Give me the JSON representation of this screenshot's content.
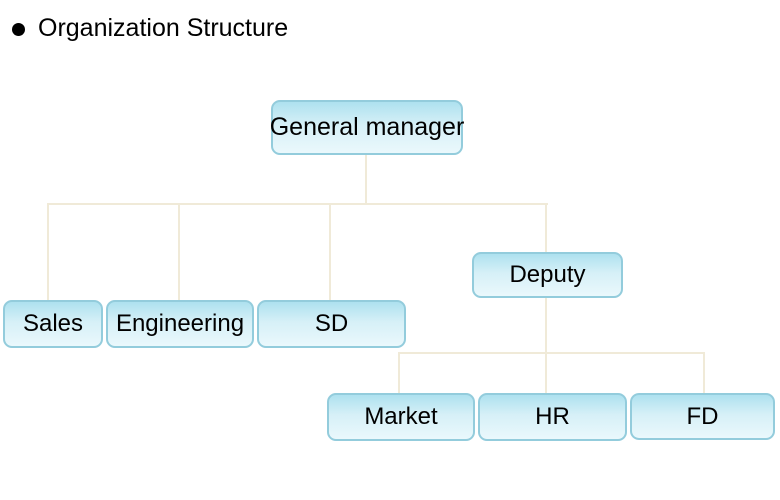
{
  "title": {
    "bullet": "",
    "text": "Organization Structure"
  },
  "colors": {
    "background": "#ffffff",
    "node_border": "#93ccdc",
    "node_fill_top": "#aee1ef",
    "node_fill_bottom": "#eaf8fc",
    "connector_line": "#f0ead8",
    "text": "#000000"
  },
  "diagram": {
    "type": "org-chart",
    "nodes": [
      {
        "id": "general-manager",
        "label": "General manager",
        "level": 0,
        "parent": null
      },
      {
        "id": "sales",
        "label": "Sales",
        "level": 1,
        "parent": "general-manager"
      },
      {
        "id": "engineering",
        "label": "Engineering",
        "level": 1,
        "parent": "general-manager"
      },
      {
        "id": "sd",
        "label": "SD",
        "level": 1,
        "parent": "general-manager"
      },
      {
        "id": "deputy",
        "label": "Deputy",
        "level": 1,
        "parent": "general-manager"
      },
      {
        "id": "market",
        "label": "Market",
        "level": 2,
        "parent": "deputy"
      },
      {
        "id": "hr",
        "label": "HR",
        "level": 2,
        "parent": "deputy"
      },
      {
        "id": "fd",
        "label": "FD",
        "level": 2,
        "parent": "deputy"
      }
    ],
    "edges": [
      {
        "from": "general-manager",
        "to": "sales"
      },
      {
        "from": "general-manager",
        "to": "engineering"
      },
      {
        "from": "general-manager",
        "to": "sd"
      },
      {
        "from": "general-manager",
        "to": "deputy"
      },
      {
        "from": "deputy",
        "to": "market"
      },
      {
        "from": "deputy",
        "to": "hr"
      },
      {
        "from": "deputy",
        "to": "fd"
      }
    ]
  }
}
